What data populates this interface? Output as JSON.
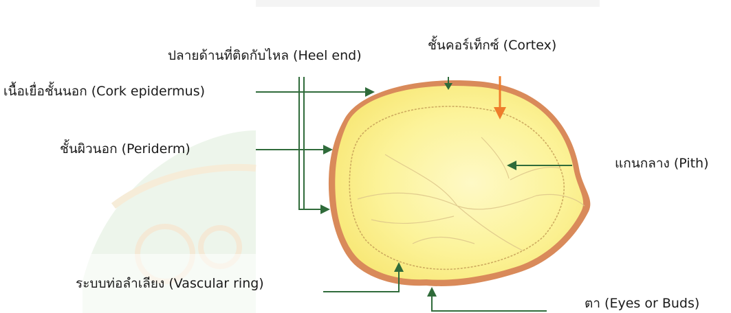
{
  "labels": {
    "heel_end": "ปลายด้านที่ติดกับไหล (Heel end)",
    "cortex": "ชั้นคอร์เท็กซ์ (Cortex)",
    "cork_epidermus": "เนื้อเยื่อชั้นนอก (Cork epidermus)",
    "periderm": "ชั้นผิวนอก  (Periderm)",
    "pith": "แกนกลาง (Pith)",
    "vascular_ring": "ระบบท่อลำเลียง (Vascular ring)",
    "eyes": "ตา (Eyes or Buds)"
  },
  "colors": {
    "flesh": "#fbf08a",
    "flesh_light": "#fdf7b8",
    "skin": "#d98a5a",
    "vascular": "#c8a25a",
    "pointer": "#2f6b3a",
    "cortex_arrow": "#ee7d2b",
    "watermark": "#e4eee0"
  }
}
